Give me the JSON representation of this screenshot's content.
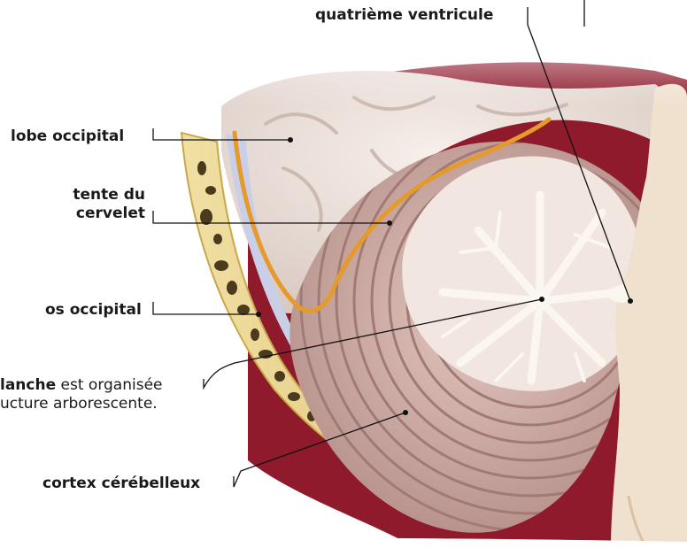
{
  "labels": {
    "quatrieme_ventricule": "quatrième ventricule",
    "lobe_occipital": "lobe occipital",
    "tente_du_cervelet_line1": "tente du",
    "tente_du_cervelet_line2": "cervelet",
    "os_occipital": "os occipital",
    "substance_blanche_bold": "lanche",
    "substance_blanche_rest": " est organisée",
    "substance_blanche_line2": "ucture arborescente.",
    "cortex_cerebelleux": "cortex cérébelleux"
  },
  "colors": {
    "bone": "#e8d288",
    "bone_pore": "#4a3a1e",
    "tentorium": "#e59a2a",
    "cortex": "#c9a6a0",
    "white_matter": "#fbf6ee",
    "blood": "#8e1a2c",
    "csf": "#c9cfe6",
    "occipital_lobe": "#eadfd9",
    "leader_line": "#111111"
  }
}
